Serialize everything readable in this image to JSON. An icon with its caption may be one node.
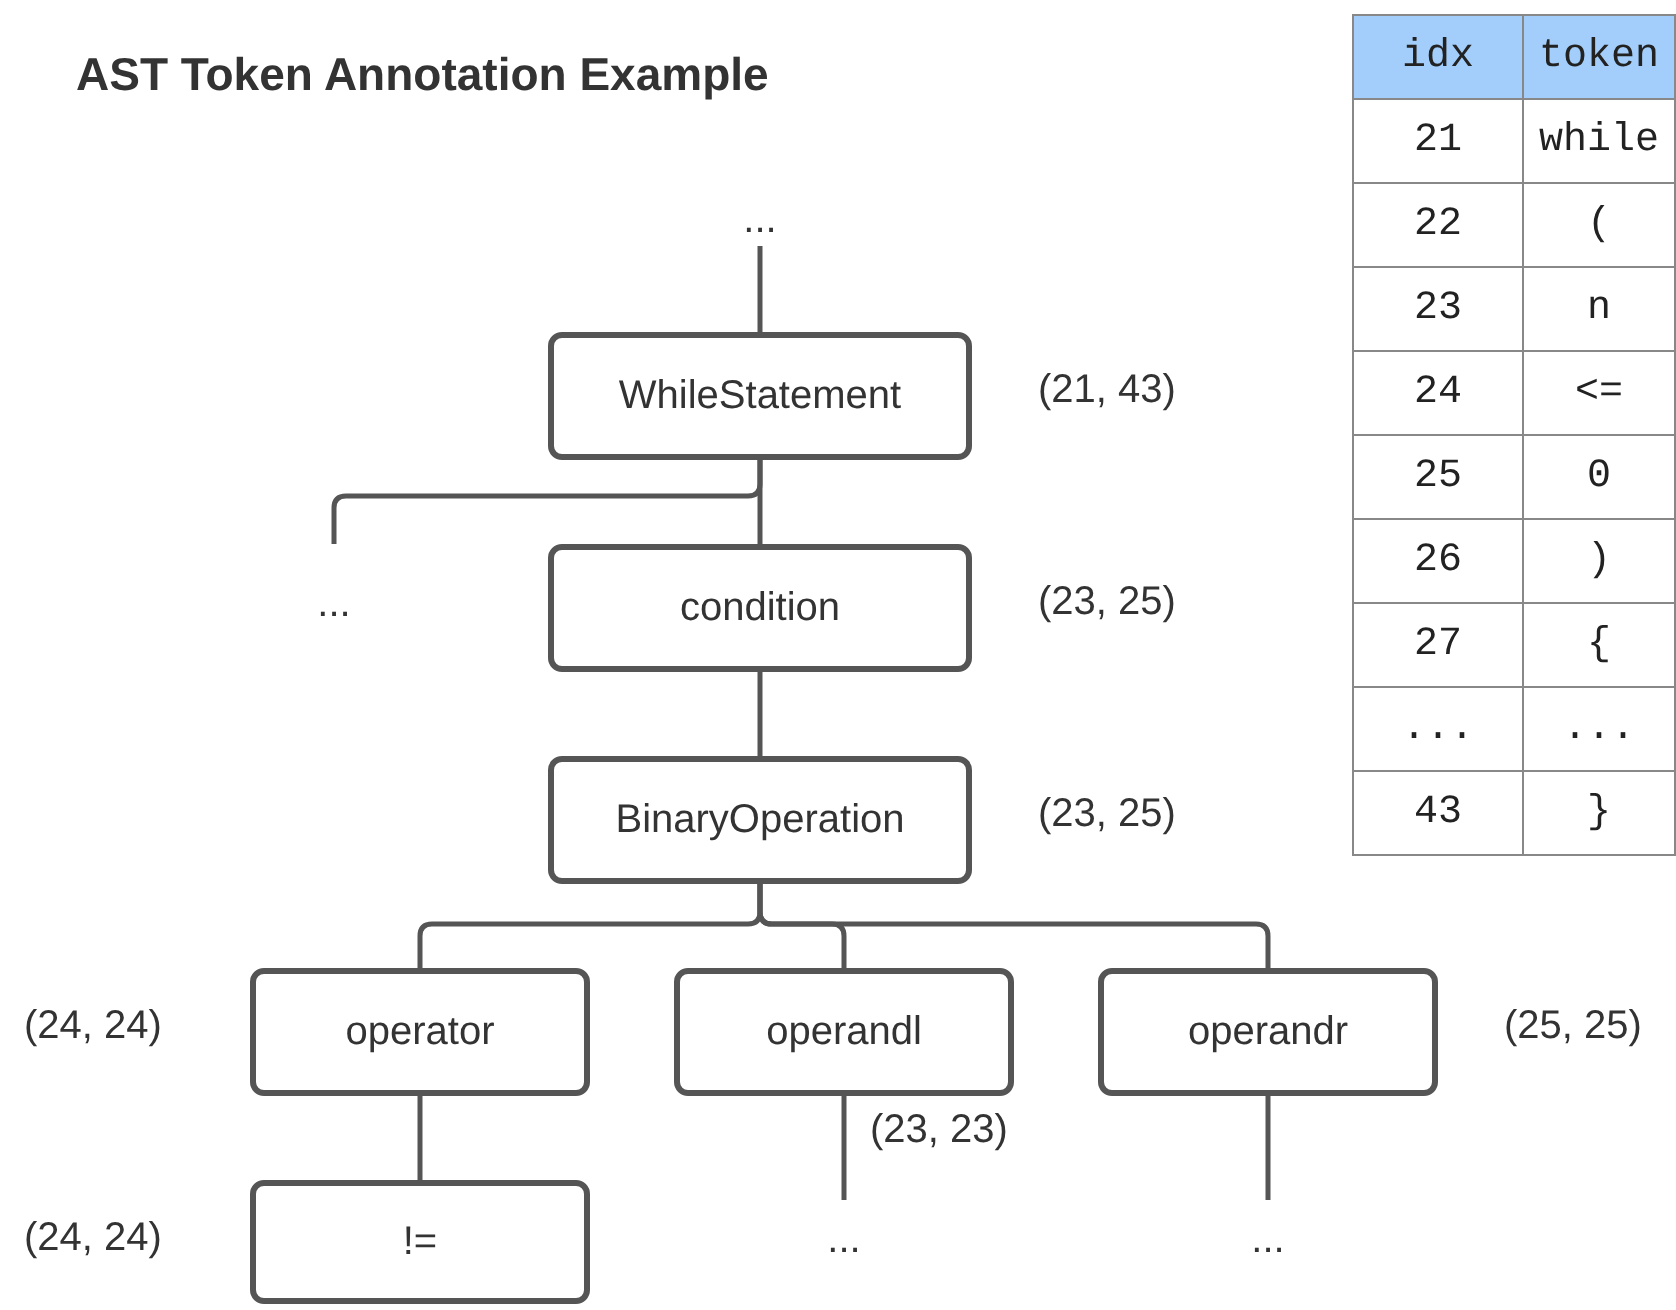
{
  "diagram": {
    "title": "AST Token Annotation Example",
    "nodes": [
      {
        "text": [
          "..."
        ]
      },
      {
        "text": [
          "WhileStatement"
        ],
        "beside": [
          "(21, 43)"
        ]
      },
      {
        "text": [
          "..."
        ]
      },
      {
        "text": [
          "condition"
        ],
        "beside": [
          "(23, 25)"
        ]
      },
      {
        "text": [
          "BinaryOperation"
        ],
        "beside": [
          "(23, 25)"
        ]
      },
      {
        "text": [
          "operator"
        ],
        "beside": [
          "(24, 24)"
        ]
      },
      {
        "text": [
          "operandl"
        ],
        "beside": [
          "(23, 23)"
        ]
      },
      {
        "text": [
          "operandr"
        ],
        "beside": [
          "(25, 25)"
        ]
      },
      {
        "text": [
          "!="
        ],
        "beside": [
          "(24, 24)"
        ]
      },
      {
        "text": [
          "..."
        ]
      },
      {
        "text": [
          "..."
        ]
      }
    ],
    "edges": [
      {
        "from": 0,
        "to": 1,
        "arrow": "none"
      },
      {
        "from": 1,
        "to": 2,
        "arrow": "none"
      },
      {
        "from": 1,
        "to": 3,
        "arrow": "none"
      },
      {
        "from": 3,
        "to": 4,
        "arrow": "none"
      },
      {
        "from": 4,
        "to": 5,
        "arrow": "none"
      },
      {
        "from": 4,
        "to": 6,
        "arrow": "none"
      },
      {
        "from": 4,
        "to": 7,
        "arrow": "none"
      },
      {
        "from": 5,
        "to": 8,
        "arrow": "none"
      },
      {
        "from": 6,
        "to": 9,
        "arrow": "none"
      },
      {
        "from": 7,
        "to": 10,
        "arrow": "none"
      }
    ],
    "labels": [
      "idx",
      "token",
      "21",
      "while",
      "22",
      "(",
      "23",
      "n",
      "24",
      "<=",
      "25",
      "0",
      "26",
      ")",
      "27",
      "{",
      "...",
      "...",
      "43",
      "}"
    ]
  }
}
